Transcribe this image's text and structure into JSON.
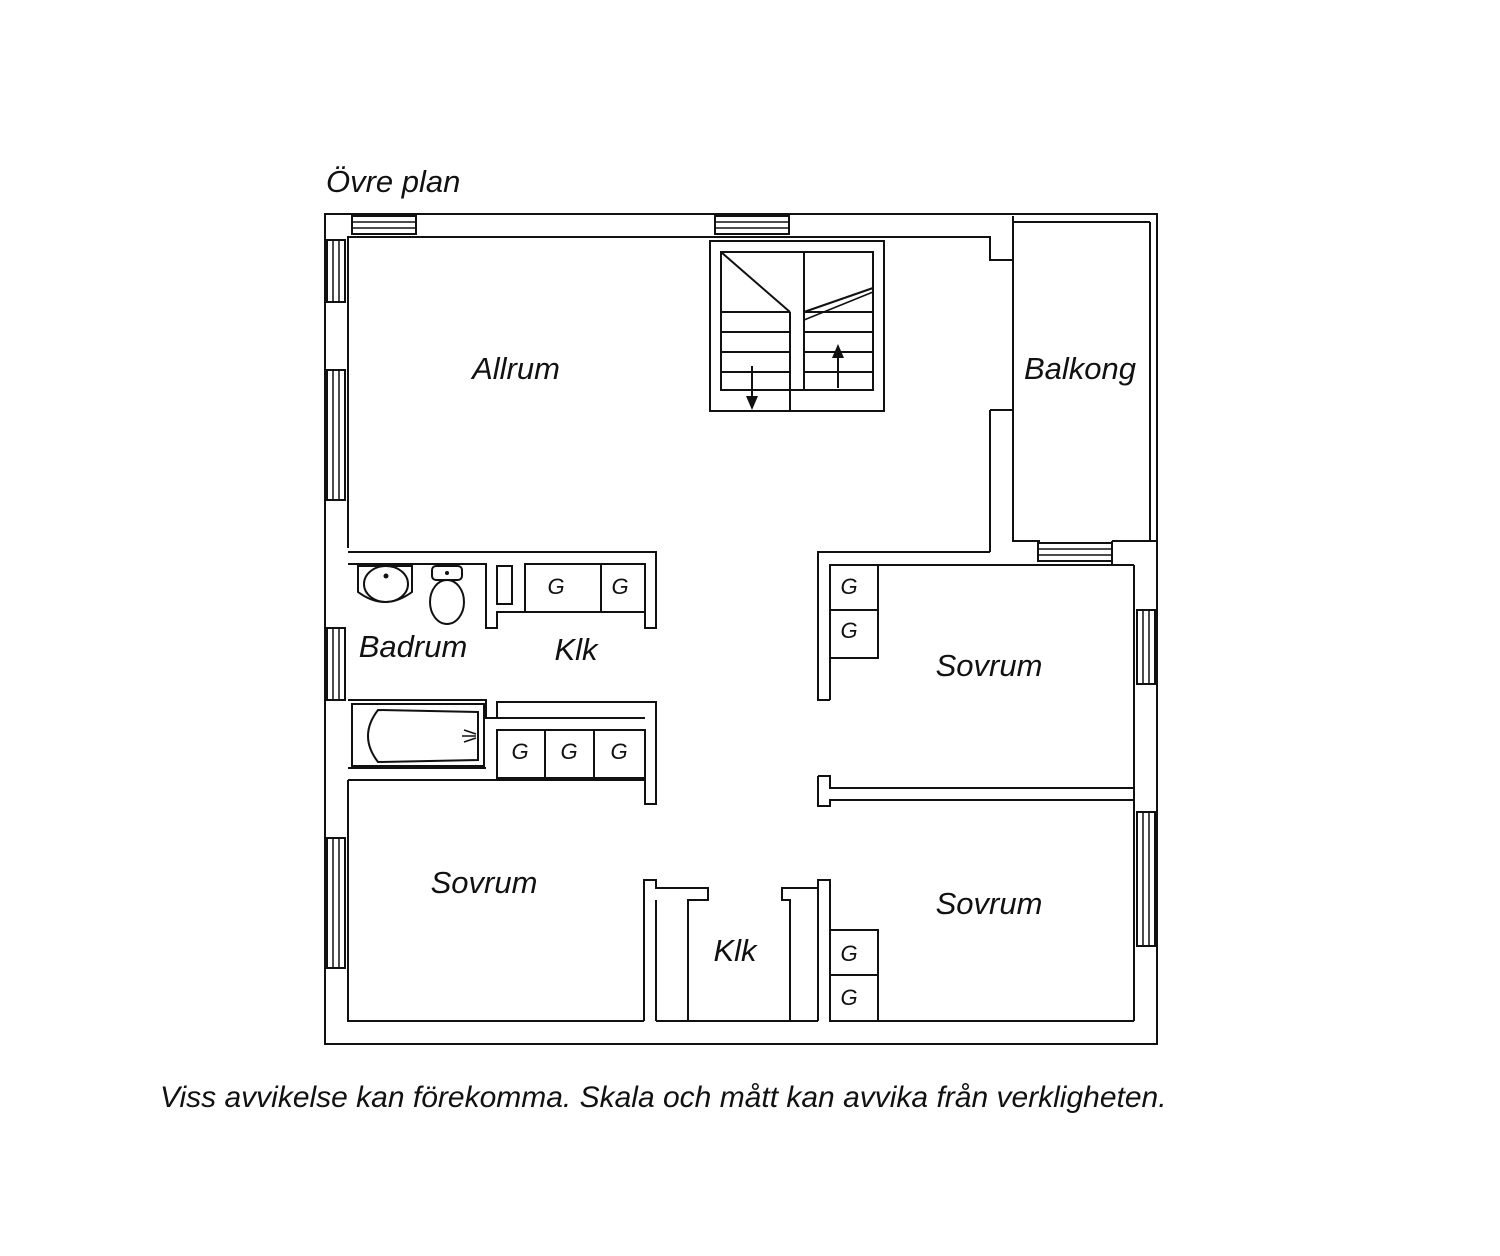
{
  "plan_title": "Övre plan",
  "disclaimer": "Viss avvikelse kan förekomma. Skala och mått kan avvika från verkligheten.",
  "rooms": {
    "allrum": "Allrum",
    "balkong": "Balkong",
    "badrum": "Badrum",
    "klk_hall": "Klk",
    "sovrum_right_upper": "Sovrum",
    "sovrum_left_lower": "Sovrum",
    "klk_bottom": "Klk",
    "sovrum_right_lower": "Sovrum"
  },
  "wardrobe_label": "G",
  "icons": [
    "sink-icon",
    "toilet-icon",
    "bathtub-icon",
    "staircase-icon",
    "window-icon"
  ],
  "colors": {
    "line": "#111111",
    "background": "#ffffff"
  }
}
